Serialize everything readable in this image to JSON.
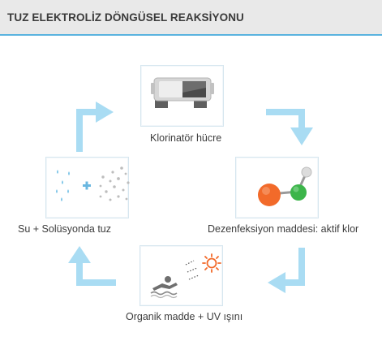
{
  "title": "TUZ ELEKTROLİZ DÖNGÜSEL REAKSİYONU",
  "colors": {
    "arrow": "#a9dcf3",
    "rule": "#5ab3df",
    "header_bg": "#e9e9e9",
    "sphere_orange": "#f26a2a",
    "sphere_green": "#3cb54a"
  },
  "stages": {
    "chlorinator": {
      "label": "Klorinatör hücre",
      "icon": "chlorinator-cell-icon"
    },
    "disinfectant": {
      "label": "Dezenfeksiyon maddesi: aktif klor",
      "icon": "active-chlorine-molecule-icon"
    },
    "organic": {
      "label": "Organik madde + UV ışını",
      "icon": "swimmer-sun-icon"
    },
    "salt": {
      "label": "Su + Solüsyonda tuz",
      "icon": "water-plus-salt-icon"
    }
  }
}
